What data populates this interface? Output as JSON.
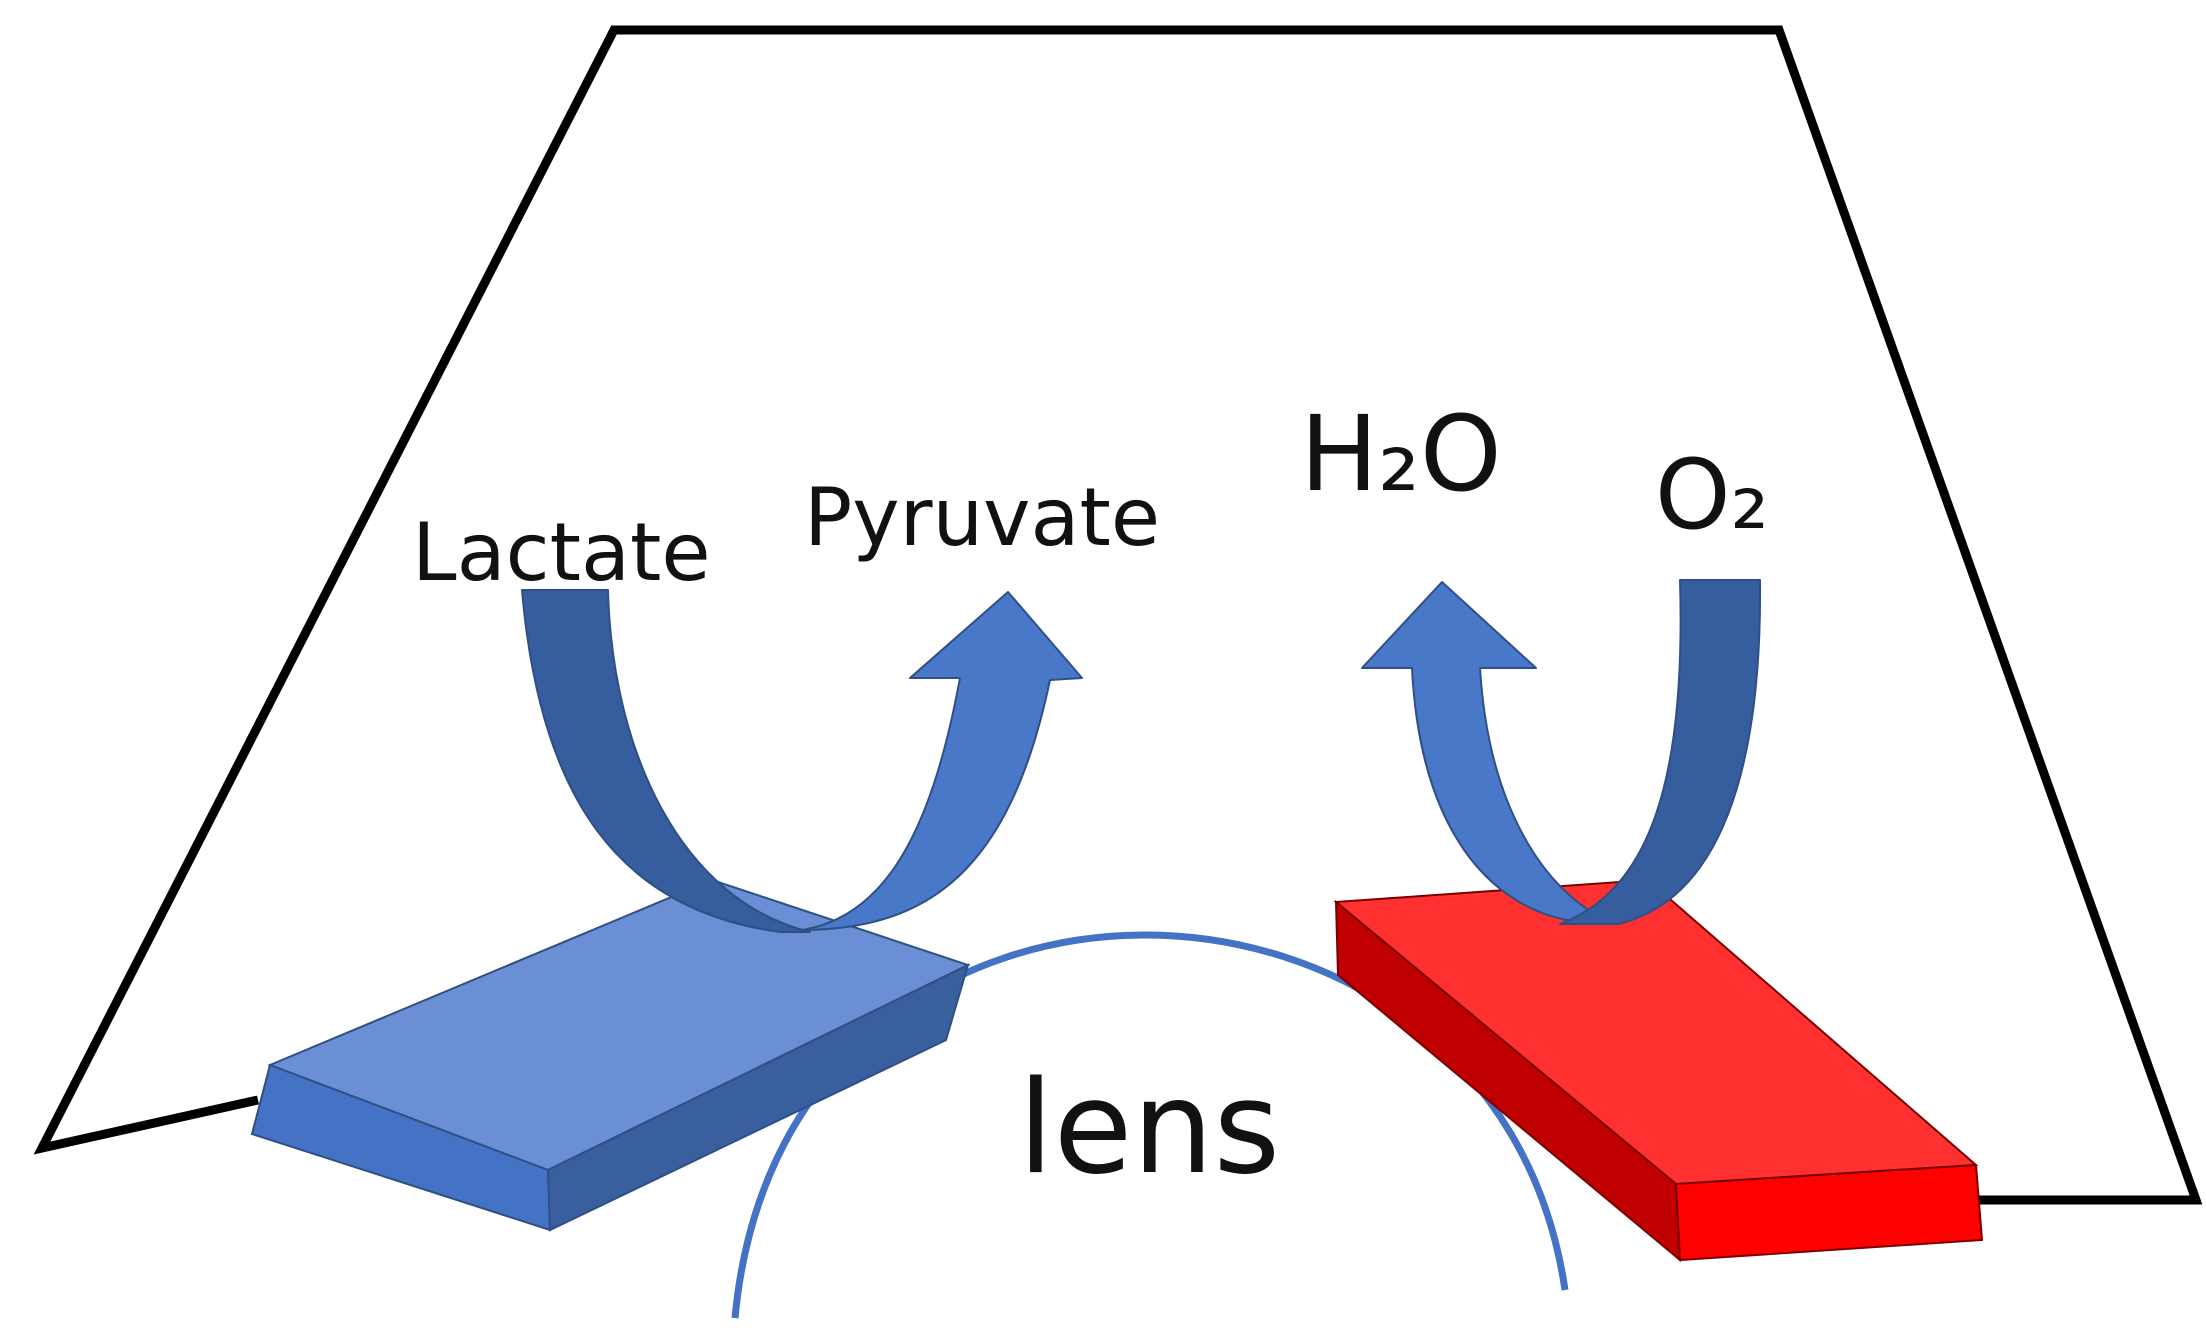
{
  "labels": {
    "lactate": "Lactate",
    "pyruvate": "Pyruvate",
    "water": "H₂O",
    "oxygen": "O₂",
    "lens": "lens"
  },
  "colors": {
    "outline": "#000000",
    "lens_arc": "#4472c4",
    "blue_electrode_top": "#6a8fd4",
    "blue_electrode_front": "#4472c4",
    "blue_electrode_side": "#3a5f9f",
    "red_electrode_top": "#ff3030",
    "red_electrode_front": "#ff0000",
    "red_electrode_side": "#c00000",
    "arrow_light": "#4a78c8",
    "arrow_dark": "#365d9e",
    "arrow_stroke": "#2f4f86"
  }
}
